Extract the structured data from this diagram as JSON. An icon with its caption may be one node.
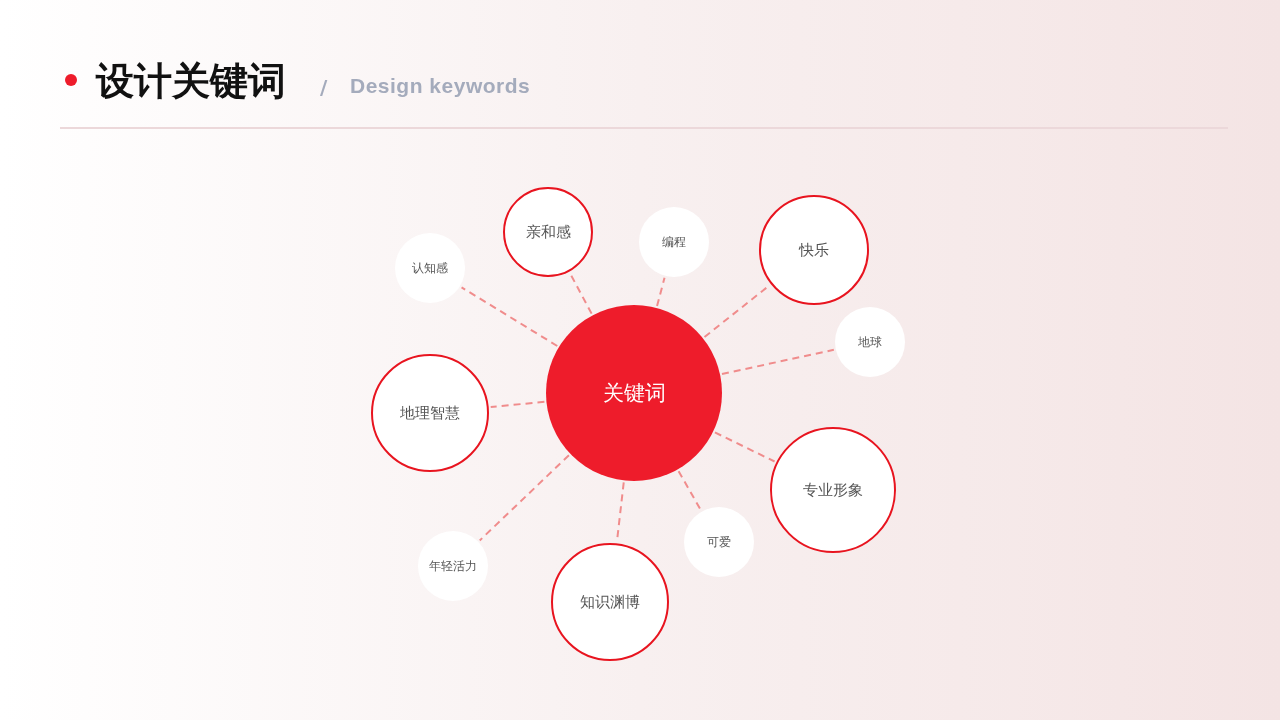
{
  "diagram": {
    "title": "设计关键词",
    "nodes": [
      {
        "text": [
          "关键词"
        ]
      },
      {
        "text": [
          "亲和感"
        ]
      },
      {
        "text": [
          "认知感"
        ]
      },
      {
        "text": [
          "编程"
        ]
      },
      {
        "text": [
          "快乐"
        ]
      },
      {
        "text": [
          "地球"
        ]
      },
      {
        "text": [
          "地理智慧"
        ]
      },
      {
        "text": [
          "专业形象"
        ]
      },
      {
        "text": [
          "可爱"
        ]
      },
      {
        "text": [
          "年轻活力"
        ]
      },
      {
        "text": [
          "知识渊博"
        ]
      }
    ],
    "edges": [
      {
        "from": 0,
        "to": 1,
        "arrow": "none",
        "style": "dashed"
      },
      {
        "from": 0,
        "to": 2,
        "arrow": "none",
        "style": "dashed"
      },
      {
        "from": 0,
        "to": 3,
        "arrow": "none",
        "style": "dashed"
      },
      {
        "from": 0,
        "to": 4,
        "arrow": "none",
        "style": "dashed"
      },
      {
        "from": 0,
        "to": 5,
        "arrow": "none",
        "style": "dashed"
      },
      {
        "from": 0,
        "to": 6,
        "arrow": "none",
        "style": "dashed"
      },
      {
        "from": 0,
        "to": 7,
        "arrow": "none",
        "style": "dashed"
      },
      {
        "from": 0,
        "to": 8,
        "arrow": "none",
        "style": "dashed"
      },
      {
        "from": 0,
        "to": 9,
        "arrow": "none",
        "style": "dashed"
      },
      {
        "from": 0,
        "to": 10,
        "arrow": "none",
        "style": "dashed"
      }
    ],
    "labels": [
      "/",
      "Design keywords"
    ]
  }
}
